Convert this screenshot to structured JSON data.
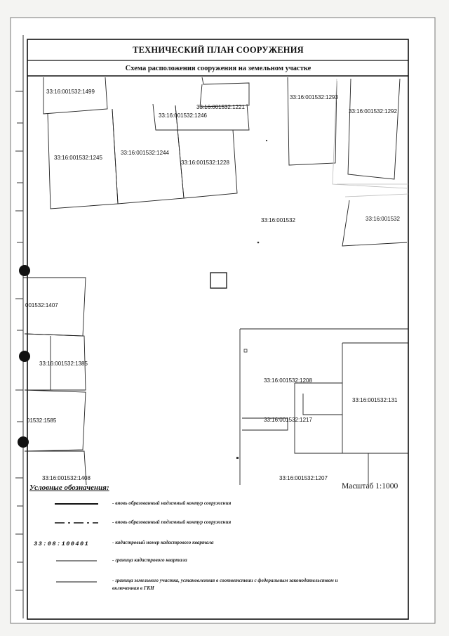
{
  "header": {
    "title": "ТЕХНИЧЕСКИЙ ПЛАН СООРУЖЕНИЯ",
    "subtitle": "Схема расположения сооружения на земельном участке"
  },
  "parcels": [
    "33:16:001532:1499",
    "33:16:001532:1221",
    "33:16:001532:1246",
    "33:16:001532:1293",
    "33:16:001532:1292",
    "33:16:001532:1245",
    "33:16:001532:1244",
    "33:16:001532:1228",
    "33:16:001532",
    "33:16:001532",
    "001532:1407",
    "33:16:001532:1385",
    "01532:1585",
    "33:16:001532:1408",
    "33:16:001532:1208",
    "33:16:001532:131",
    "33:16:001532:1217",
    "33:16:001532:1207"
  ],
  "scale": "Масштаб 1:1000",
  "legend": {
    "title": "Условные обозначения:",
    "items": [
      {
        "text": "- вновь образованный надземный контур сооружения"
      },
      {
        "text": "- вновь образованный подземный контур сооружения"
      },
      {
        "code": "33:08:100401",
        "text": "- кадастровый номер кадастрового квартала"
      },
      {
        "text": "- граница кадастрового квартала"
      },
      {
        "text": "- граница земельного участка, установленная в соответствии с федеральным законодательством и включенная в ГКН"
      }
    ]
  },
  "colors": {
    "paper": "#f4f4f2",
    "ink": "#111111",
    "faint_line": "#bbbbbb"
  }
}
